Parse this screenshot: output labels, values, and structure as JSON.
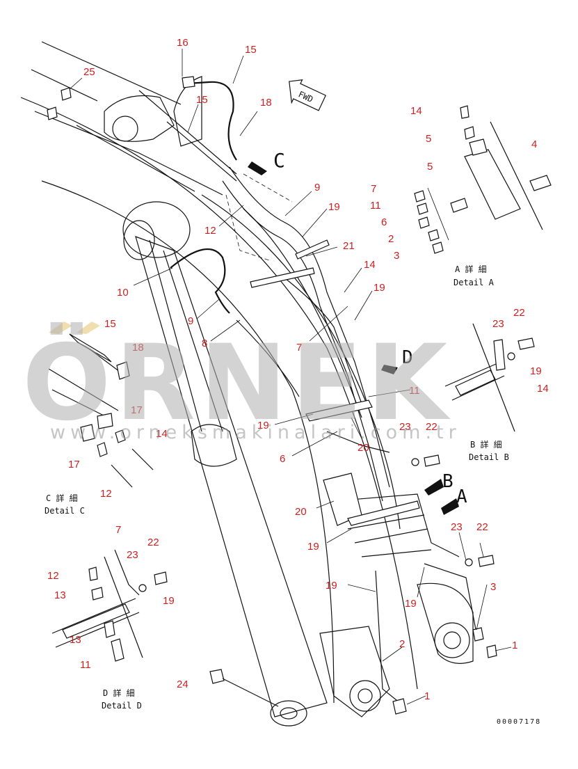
{
  "drawing_number": "00007178",
  "direction_marker": "FWD",
  "view_letters": [
    "C",
    "D",
    "B",
    "A"
  ],
  "callouts": [
    "16",
    "15",
    "25",
    "15",
    "18",
    "9",
    "19",
    "12",
    "21",
    "10",
    "14",
    "9",
    "19",
    "8",
    "7",
    "11",
    "19",
    "20",
    "6",
    "20",
    "19",
    "19",
    "2",
    "1",
    "3",
    "1",
    "24",
    "23",
    "22",
    "14",
    "5",
    "5",
    "4",
    "7",
    "11",
    "6",
    "2",
    "3"
  ],
  "details": {
    "A": {
      "jp": "A 詳 細",
      "en": "Detail A"
    },
    "B": {
      "jp": "B 詳 細",
      "en": "Detail B"
    },
    "C": {
      "jp": "C 詳 細",
      "en": "Detail C"
    },
    "D": {
      "jp": "D 詳 細",
      "en": "Detail D"
    }
  },
  "detail_callouts": {
    "A": [
      "14",
      "5",
      "5",
      "4",
      "7",
      "11",
      "6",
      "2",
      "3"
    ],
    "B": [
      "23",
      "22",
      "19",
      "14",
      "23",
      "22"
    ],
    "C": [
      "15",
      "18",
      "17",
      "17",
      "14",
      "12"
    ],
    "D": [
      "7",
      "22",
      "23",
      "12",
      "13",
      "19",
      "13",
      "11"
    ]
  },
  "watermark": {
    "brand": "ÖRNEK",
    "site": "www.orneksmakinalari.com.tr"
  },
  "colors": {
    "callout": "#cc1f1f",
    "watermark": "#afafaf",
    "line": "#111111"
  }
}
